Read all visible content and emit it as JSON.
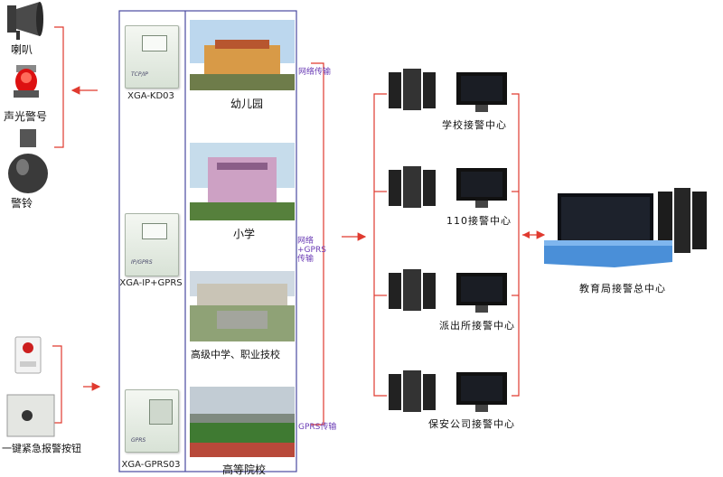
{
  "alarms": {
    "horn": "喇叭",
    "light": "声光警号",
    "bell": "警铃",
    "button": "一键紧急报警按钮"
  },
  "devices": [
    {
      "model": "XGA-KD03",
      "mark": "TCP/IP"
    },
    {
      "model": "XGA-IP+GPRS",
      "mark": "IP/GPRS"
    },
    {
      "model": "XGA-GPRS03",
      "mark": "GPRS"
    }
  ],
  "schools": [
    "幼儿园",
    "小学",
    "高级中学、职业技校",
    "高等院校"
  ],
  "links": {
    "network": "网络传输",
    "network_gprs": "网络+GPRS 传输",
    "gprs": "GPRS传输"
  },
  "centers": [
    "学校接警中心",
    "110接警中心",
    "派出所接警中心",
    "保安公司接警中心"
  ],
  "hq": "教育局接警总中心",
  "colors": {
    "line": "#e03a2f",
    "frame": "#4a4aa0",
    "purple_text": "#6a3bb5"
  }
}
